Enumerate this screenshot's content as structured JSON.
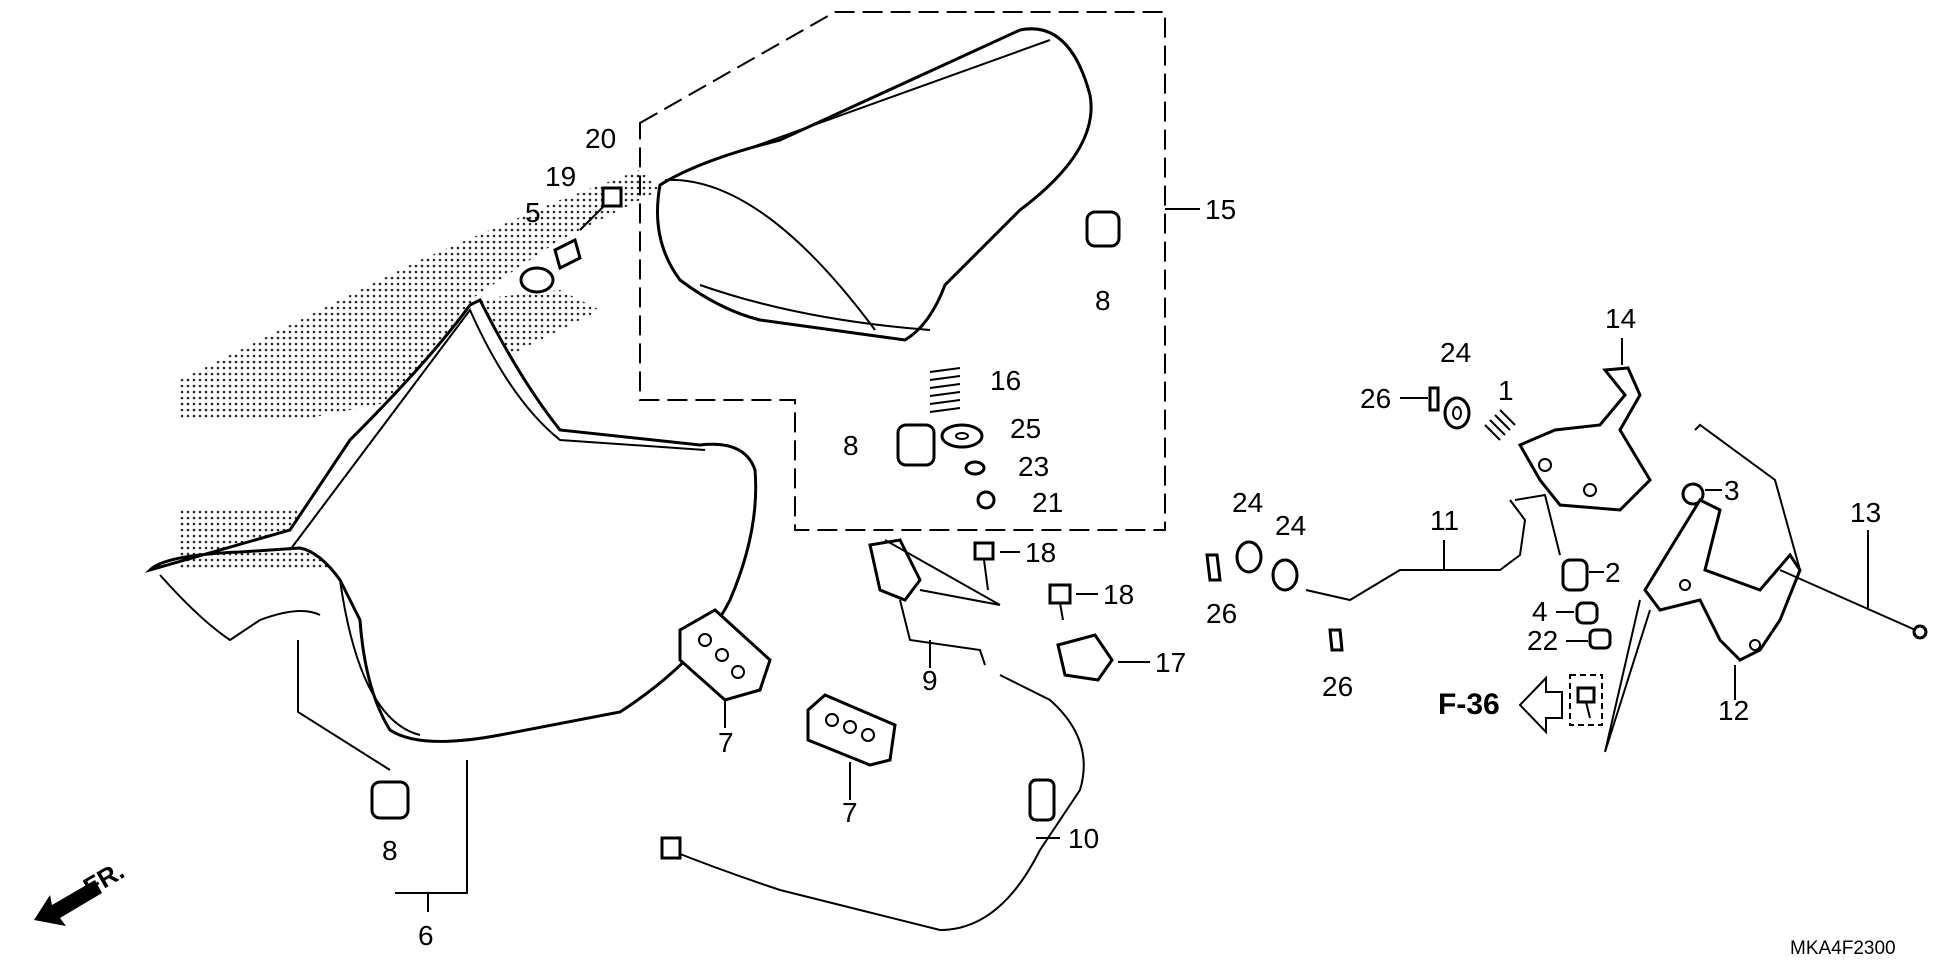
{
  "callouts": {
    "c1": "1",
    "c2": "2",
    "c3": "3",
    "c4": "4",
    "c5": "5",
    "c6": "6",
    "c7a": "7",
    "c7b": "7",
    "c8a": "8",
    "c8b": "8",
    "c8c": "8",
    "c9": "9",
    "c10": "10",
    "c11": "11",
    "c12": "12",
    "c13": "13",
    "c14": "14",
    "c15": "15",
    "c16": "16",
    "c17": "17",
    "c18a": "18",
    "c18b": "18",
    "c19": "19",
    "c20": "20",
    "c21": "21",
    "c22": "22",
    "c23": "23",
    "c24a": "24",
    "c24b": "24",
    "c24c": "24",
    "c25": "25",
    "c26a": "26",
    "c26b": "26",
    "c26c": "26"
  },
  "reference": {
    "label": "F-36"
  },
  "front": {
    "label": "FR."
  },
  "diagram_code": "MKA4F2300"
}
